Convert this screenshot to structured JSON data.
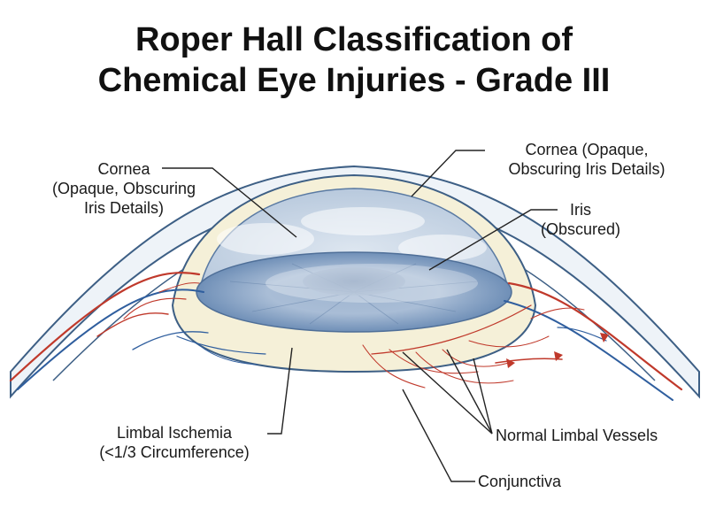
{
  "title": {
    "line1": "Roper Hall Classification of",
    "line2": "Chemical Eye Injuries - Grade III"
  },
  "labels": {
    "cornea_left": {
      "line1": "Cornea",
      "line2": "(Opaque, Obscuring",
      "line3": "Iris Details)"
    },
    "cornea_right": {
      "line1": "Cornea (Opaque,",
      "line2": "Obscuring Iris Details)"
    },
    "iris": {
      "line1": "Iris",
      "line2": "(Obscured)"
    },
    "limbal_ischemia": {
      "line1": "Limbal Ischemia",
      "line2": "(<1/3 Circumference)"
    },
    "normal_limbal_vessels": "Normal Limbal Vessels",
    "conjunctiva": "Conjunctiva"
  },
  "colors": {
    "outline": "#3d5f85",
    "limbus": "#f5f0d8",
    "cornea_haze": "#c9d6e6",
    "iris": "#8aa4c4",
    "artery": "#c0392b",
    "vein": "#2f5e9e",
    "leader": "#222222"
  }
}
